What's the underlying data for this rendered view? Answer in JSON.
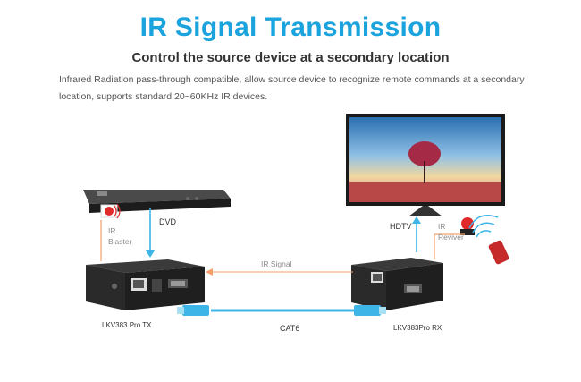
{
  "header": {
    "title": "IR Signal Transmission",
    "subtitle": "Control the source device at a secondary location",
    "description": "Infrared Radiation pass-through compatible, allow source device to recognize remote commands at a secondary location, supports standard 20~60KHz IR devices."
  },
  "labels": {
    "ir_blaster": "IR Blaster",
    "dvd": "DVD",
    "hdtv": "HDTV",
    "ir_receiver": "IR Reviver",
    "ir_signal": "IR Signal",
    "cable": "CAT6",
    "tx": "LKV383 Pro TX",
    "rx": "LKV383Pro RX"
  },
  "colors": {
    "accent": "#1aa3dc",
    "arrow": "#f5a06a",
    "cable": "#3db5e6",
    "ir_red": "#e02a2a"
  }
}
